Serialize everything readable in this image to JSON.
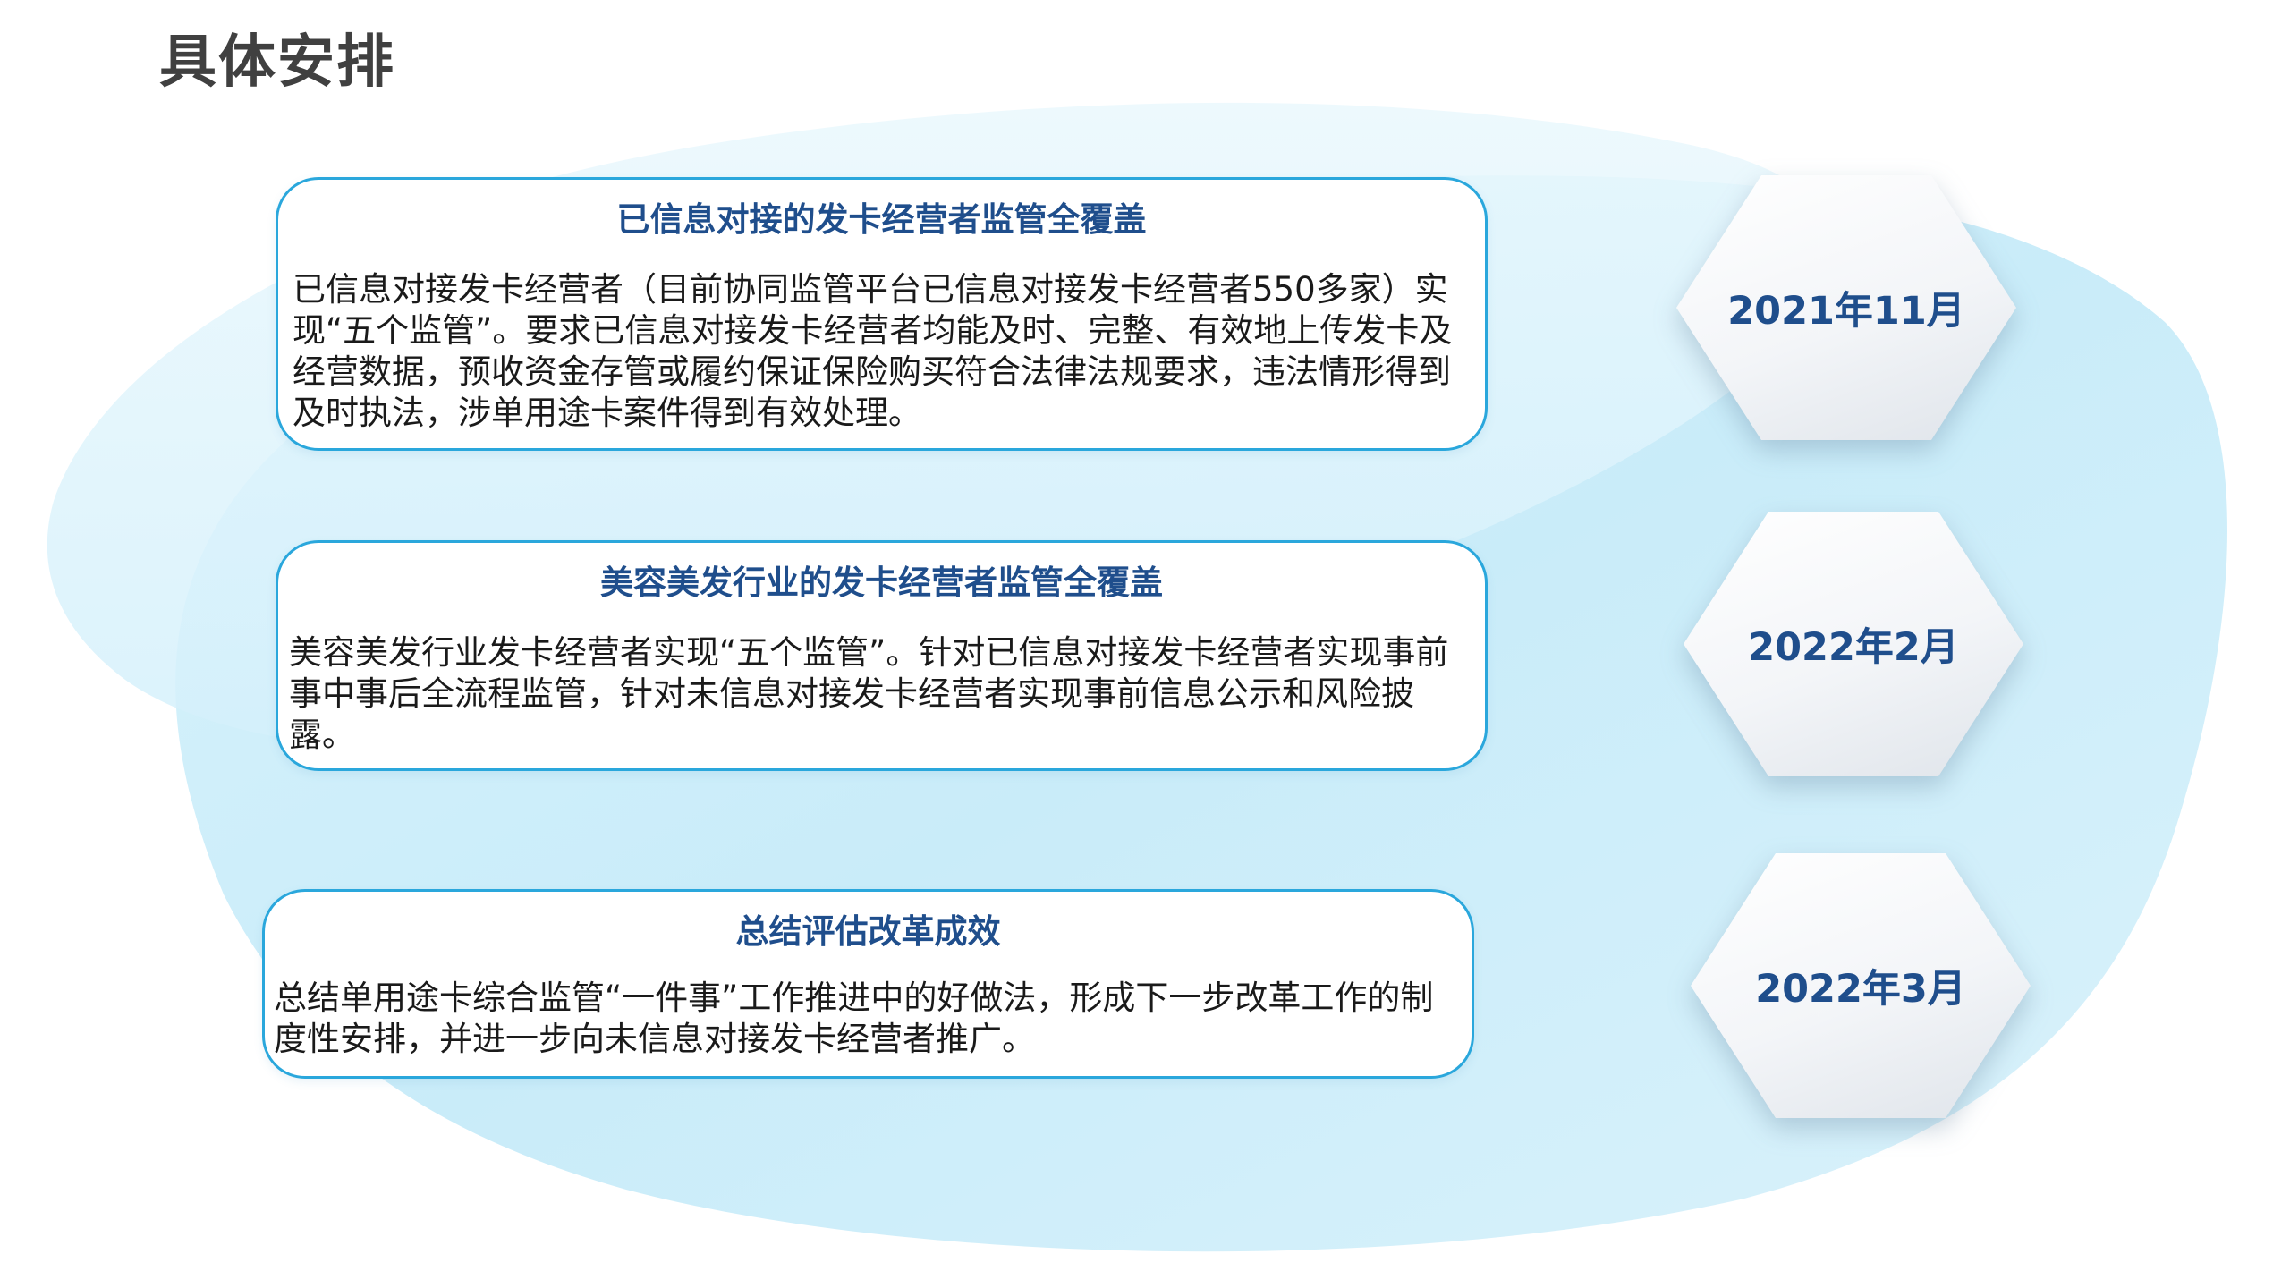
{
  "page_title": "具体安排",
  "colors": {
    "accent_border": "#2aa7dc",
    "heading_blue": "#1f4e8c",
    "title_gray": "#404040",
    "background_blob": "#cfeef9"
  },
  "items": [
    {
      "title": "已信息对接的发卡经营者监管全覆盖",
      "body": "已信息对接发卡经营者（目前协同监管平台已信息对接发卡经营者550多家）实现“五个监管”。要求已信息对接发卡经营者均能及时、完整、有效地上传发卡及经营数据，预收资金存管或履约保证保险购买符合法律法规要求，违法情形得到及时执法，涉单用途卡案件得到有效处理。",
      "date": "2021年11月"
    },
    {
      "title": "美容美发行业的发卡经营者监管全覆盖",
      "body": "美容美发行业发卡经营者实现“五个监管”。针对已信息对接发卡经营者实现事前事中事后全流程监管，针对未信息对接发卡经营者实现事前信息公示和风险披露。",
      "date": "2022年2月"
    },
    {
      "title": "总结评估改革成效",
      "body": "总结单用途卡综合监管“一件事”工作推进中的好做法，形成下一步改革工作的制度性安排，并进一步向未信息对接发卡经营者推广。",
      "date": "2022年3月"
    }
  ]
}
